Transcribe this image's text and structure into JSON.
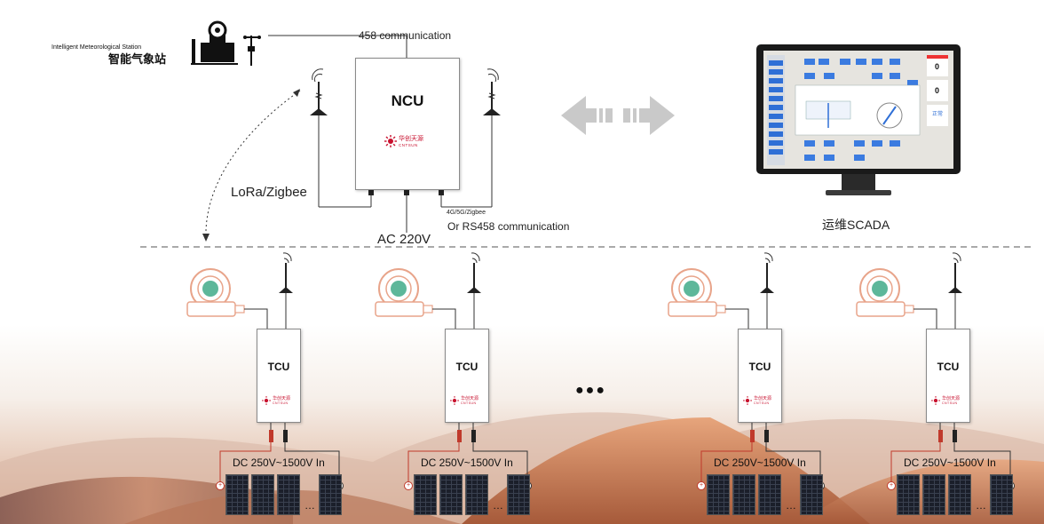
{
  "weather_station": {
    "label_en": "Intelligent Meteorological Station",
    "label_cn": "智能气象站"
  },
  "ncu": {
    "title": "NCU",
    "brand_cn": "华创天源",
    "brand_en": "CNTSUN"
  },
  "labels": {
    "comm_top": "458 communication",
    "lora": "LoRa/Zigbee",
    "ac": "AC 220V",
    "network": "4G/5G/Zigbee",
    "rs458": "Or RS458 communication",
    "scada": "运维SCADA",
    "ellipsis": "●●●"
  },
  "tcu_units": [
    {
      "title": "TCU",
      "brand_cn": "华创天源",
      "brand_en": "CNTSUN",
      "dc_label": "DC 250V~1500V In"
    },
    {
      "title": "TCU",
      "brand_cn": "华创天源",
      "brand_en": "CNTSUN",
      "dc_label": "DC 250V~1500V In"
    },
    {
      "title": "TCU",
      "brand_cn": "华创天源",
      "brand_en": "CNTSUN",
      "dc_label": "DC 250V~1500V In"
    },
    {
      "title": "TCU",
      "brand_cn": "华创天源",
      "brand_en": "CNTSUN",
      "dc_label": "DC 250V~1500V In"
    }
  ],
  "panel_dots": "…",
  "scada_screen": {
    "counter_1": "0",
    "counter_2": "0",
    "status": "正常"
  },
  "colors": {
    "brand": "#c8102e",
    "accent_green": "#5db79a",
    "motor_outline": "#e8a48a",
    "screen_blue": "#2f6fd6"
  },
  "icons": [
    "antenna-icon",
    "weather-station-icon",
    "slewing-drive-icon",
    "solar-panel-icon",
    "double-arrow-icon",
    "monitor-icon"
  ]
}
